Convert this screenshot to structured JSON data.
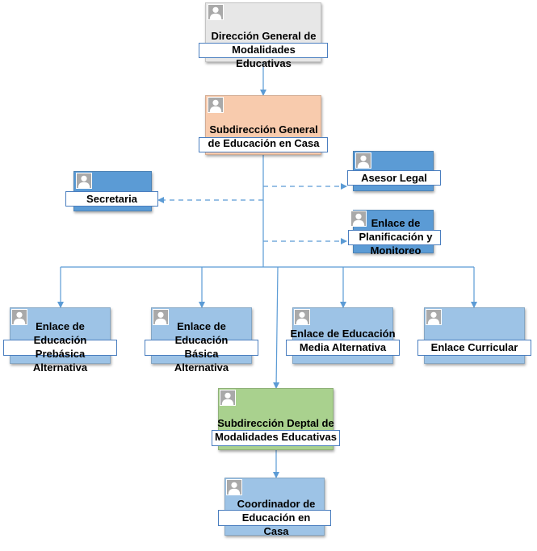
{
  "colors": {
    "line": "#5b9bd5",
    "card_gray": "#e7e7e7",
    "card_peach": "#f8cbad",
    "card_blue_dark": "#5b9bd5",
    "card_blue_light": "#9dc3e6",
    "card_green": "#a9d18e",
    "label_border": "#4a7ebf"
  },
  "nodes": {
    "direccion_general": {
      "text": "Dirección General de Modalidades Educativas",
      "icon": "person-icon"
    },
    "subdireccion_general": {
      "text": "Subdirección General de Educación en Casa",
      "icon": "person-icon"
    },
    "asesor_legal": {
      "text": "Asesor Legal",
      "icon": "person-icon"
    },
    "secretaria": {
      "text": "Secretaria",
      "icon": "person-icon"
    },
    "enlace_planificacion": {
      "text": "Enlace de Planificación y Monitoreo",
      "icon": "person-icon"
    },
    "enlace_prebasica": {
      "text": "Enlace de Educación Prebásica Alternativa",
      "icon": "person-icon"
    },
    "enlace_basica": {
      "text": "Enlace de Educación Básica Alternativa",
      "icon": "person-icon"
    },
    "enlace_media": {
      "text": "Enlace de Educación Media Alternativa",
      "icon": "person-icon"
    },
    "enlace_curricular": {
      "text": "Enlace Curricular",
      "icon": "person-icon"
    },
    "subdireccion_deptal": {
      "text": "Subdirección Deptal de Modalidades Educativas",
      "icon": "person-icon"
    },
    "coordinador": {
      "text": "Coordinador de Educación en Casa",
      "icon": "person-icon"
    }
  }
}
